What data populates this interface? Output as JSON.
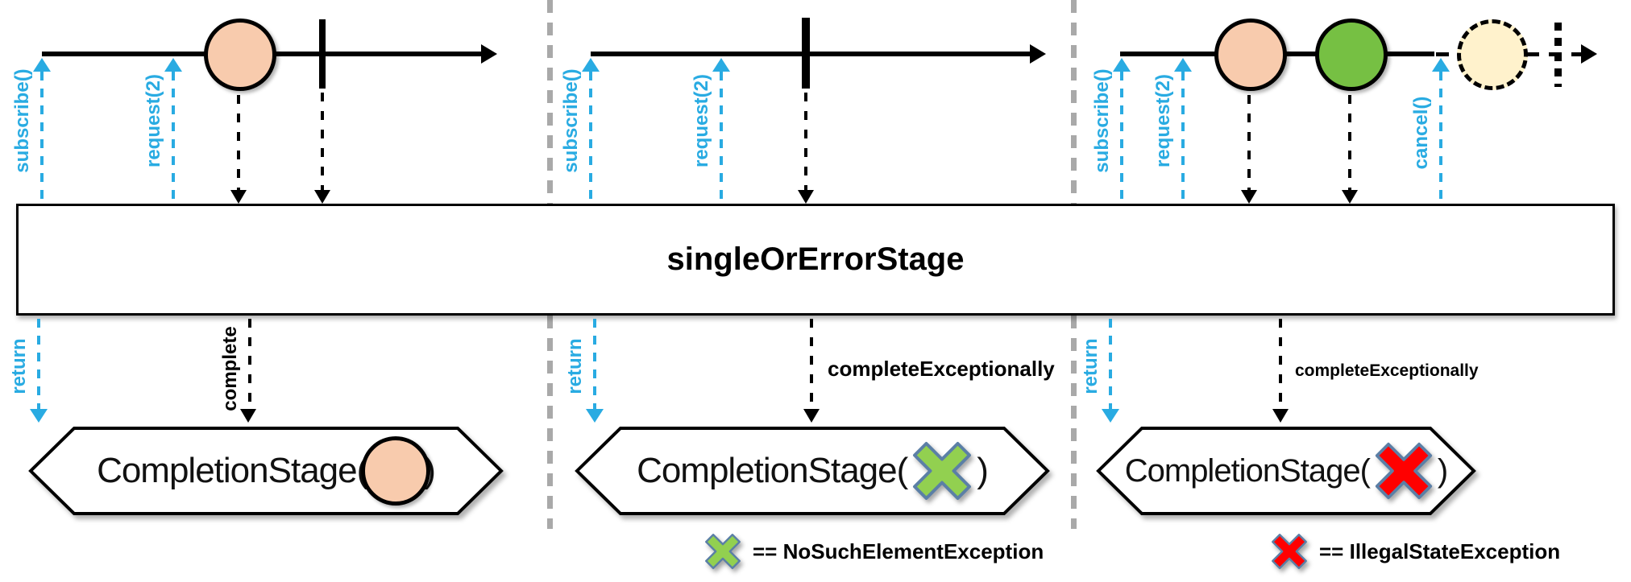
{
  "diagram": {
    "stage_box": {
      "label": "singleOrErrorStage"
    },
    "panels": [
      {
        "events": {
          "subscribe": "subscribe()",
          "request": "request(2)"
        },
        "return_label": "return",
        "downstream": {
          "label": "complete"
        },
        "completion": {
          "prefix": "CompletionStage(",
          "suffix": ")",
          "symbol": "peach-marble"
        }
      },
      {
        "events": {
          "subscribe": "subscribe()",
          "request": "request(2)"
        },
        "return_label": "return",
        "downstream": {
          "label": "completeExceptionally"
        },
        "completion": {
          "prefix": "CompletionStage(",
          "suffix": ")",
          "symbol": "green-x"
        }
      },
      {
        "events": {
          "subscribe": "subscribe()",
          "request": "request(2)",
          "cancel": "cancel()"
        },
        "return_label": "return",
        "downstream": {
          "label": "completeExceptionally"
        },
        "completion": {
          "prefix": "CompletionStage(",
          "suffix": ")",
          "symbol": "red-x"
        }
      }
    ],
    "legend": [
      {
        "symbol": "green-x-icon",
        "label": "== NoSuchElementException"
      },
      {
        "symbol": "red-x-icon",
        "label": "== IllegalStateException"
      }
    ],
    "colors": {
      "accent_blue": "#29ABE2",
      "marble_peach": "#F8CBAD",
      "marble_green": "#76C043",
      "marble_pending_fill": "#FFF2CC",
      "x_green": "#92D050",
      "x_red": "#FF0000",
      "x_outline": "#5B7FA6",
      "divider_gray": "#A9A9A9"
    }
  }
}
